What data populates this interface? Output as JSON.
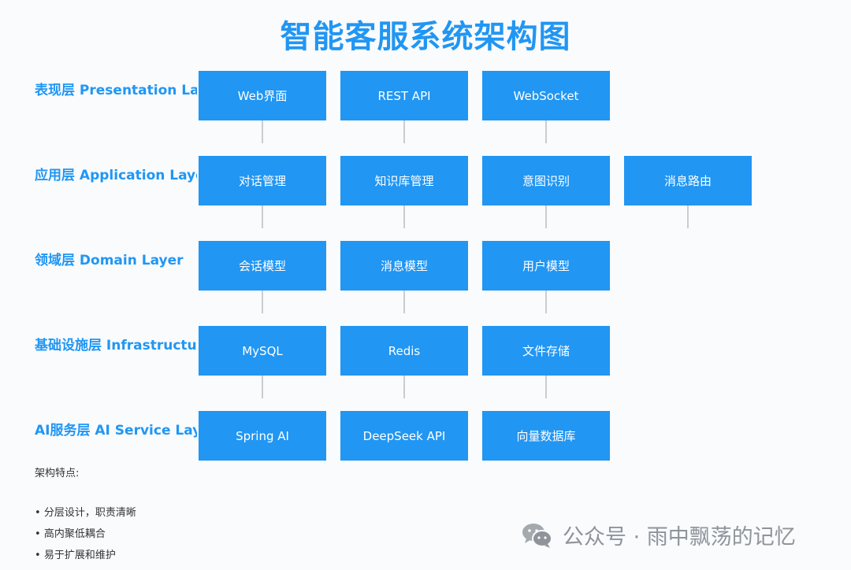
{
  "title": "智能客服系统架构图",
  "layers": [
    {
      "label": "表现层 Presentation Layer",
      "items": [
        "Web界面",
        "REST API",
        "WebSocket"
      ]
    },
    {
      "label": "应用层 Application Layer",
      "items": [
        "对话管理",
        "知识库管理",
        "意图识别",
        "消息路由"
      ]
    },
    {
      "label": "领域层 Domain Layer",
      "items": [
        "会话模型",
        "消息模型",
        "用户模型"
      ]
    },
    {
      "label": "基础设施层 Infrastructure Layer",
      "items": [
        "MySQL",
        "Redis",
        "文件存储"
      ]
    },
    {
      "label": "AI服务层 AI Service Layer",
      "items": [
        "Spring AI",
        "DeepSeek API",
        "向量数据库"
      ]
    }
  ],
  "features": {
    "title": "架构特点:",
    "items": [
      "分层设计，职责清晰",
      "高内聚低耦合",
      "易于扩展和维护"
    ]
  },
  "watermark": {
    "icon": "wechat-icon",
    "text": "公众号 · 雨中飘荡的记忆"
  },
  "colors": {
    "accent": "#2196f3",
    "box_text": "#ffffff",
    "connector": "#c9cdd2"
  }
}
